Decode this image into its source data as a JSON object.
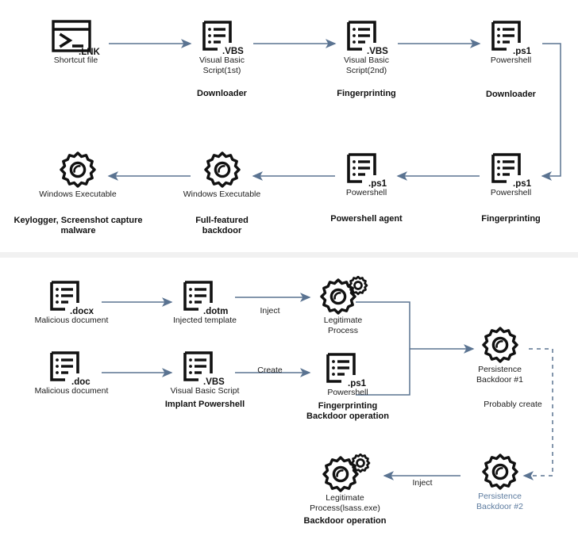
{
  "diagram": {
    "title": "Malware infection chain diagram",
    "colors": {
      "arrow": "#5a7391",
      "icon": "#111111",
      "text": "#1c1c1c",
      "blue_text": "#5b7a9e",
      "divider": "#f1f1f1",
      "background": "#ffffff"
    },
    "sections": [
      {
        "name": "upper-chain",
        "nodes": [
          {
            "id": "lnk",
            "icon": "terminal-icon",
            "ext": ".LNK",
            "caption": "Shortcut file",
            "role": ""
          },
          {
            "id": "vbs1",
            "icon": "script-file-icon",
            "ext": ".VBS",
            "caption": "Visual Basic\nScript(1st)",
            "role": "Downloader"
          },
          {
            "id": "vbs2",
            "icon": "script-file-icon",
            "ext": ".VBS",
            "caption": "Visual Basic\nScript(2nd)",
            "role": "Fingerprinting"
          },
          {
            "id": "ps1dl",
            "icon": "script-file-icon",
            "ext": ".ps1",
            "caption": "Powershell",
            "role": "Downloader"
          },
          {
            "id": "ps1fp",
            "icon": "script-file-icon",
            "ext": ".ps1",
            "caption": "Powershell",
            "role": "Fingerprinting"
          },
          {
            "id": "ps1agent",
            "icon": "script-file-icon",
            "ext": ".ps1",
            "caption": "Powershell",
            "role": "Powershell agent"
          },
          {
            "id": "exeback",
            "icon": "gear-icon",
            "ext": "",
            "caption": "Windows Executable",
            "role": "Full-featured backdoor"
          },
          {
            "id": "exekeylog",
            "icon": "gear-icon",
            "ext": "",
            "caption": "Windows Executable",
            "role": "Keylogger, Screenshot capture\nmalware"
          }
        ]
      },
      {
        "name": "lower-chain",
        "nodes": [
          {
            "id": "docx",
            "icon": "script-file-icon",
            "ext": ".docx",
            "caption": "Malicious document",
            "role": ""
          },
          {
            "id": "dotm",
            "icon": "script-file-icon",
            "ext": ".dotm",
            "caption": "Injected template",
            "role": ""
          },
          {
            "id": "doc",
            "icon": "script-file-icon",
            "ext": ".doc",
            "caption": "Malicious document",
            "role": ""
          },
          {
            "id": "vbs",
            "icon": "script-file-icon",
            "ext": ".VBS",
            "caption": "Visual Basic Script",
            "role": "Implant Powershell"
          },
          {
            "id": "legproc",
            "icon": "dual-gear-icon",
            "ext": "",
            "caption": "Legitimate\nProcess",
            "role": ""
          },
          {
            "id": "ps1low",
            "icon": "script-file-icon",
            "ext": ".ps1",
            "caption": "Powershell",
            "role": "Fingerprinting\nBackdoor operation"
          },
          {
            "id": "back1",
            "icon": "gear-icon",
            "ext": "",
            "caption": "Persistence\nBackdoor #1",
            "role": ""
          },
          {
            "id": "back2",
            "icon": "gear-icon",
            "ext": "",
            "caption": "Persistence\nBackdoor #2",
            "role": "",
            "caption_color": "blue"
          },
          {
            "id": "lsass",
            "icon": "dual-gear-icon",
            "ext": "",
            "caption": "Legitimate\nProcess(lsass.exe)",
            "role": "Backdoor operation"
          }
        ],
        "edge_labels": [
          {
            "id": "inject-top",
            "text": "Inject"
          },
          {
            "id": "create",
            "text": "Create"
          },
          {
            "id": "probably",
            "text": "Probably create"
          },
          {
            "id": "inject-bottom",
            "text": "Inject"
          }
        ]
      }
    ]
  }
}
